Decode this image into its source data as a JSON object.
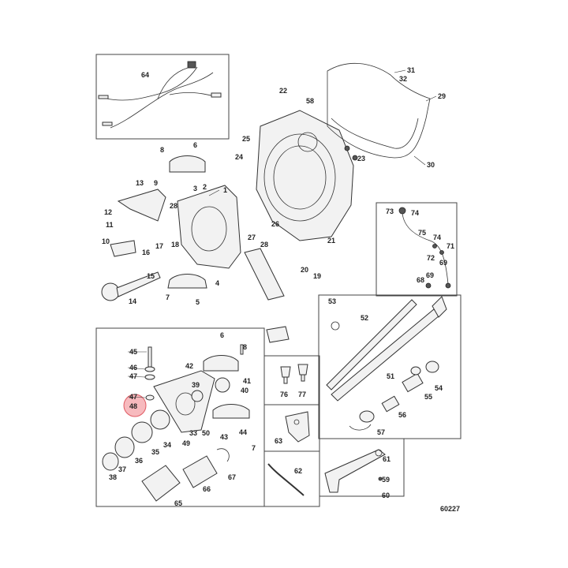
{
  "figure_number": "60227",
  "highlighted_part": "48",
  "colors": {
    "highlight_fill": "#f4a3a8",
    "highlight_stroke": "#e05a63",
    "line": "#333333"
  },
  "callouts": [
    {
      "id": "c1",
      "text": "1"
    },
    {
      "id": "c2",
      "text": "2"
    },
    {
      "id": "c3",
      "text": "3"
    },
    {
      "id": "c4",
      "text": "4"
    },
    {
      "id": "c5",
      "text": "5"
    },
    {
      "id": "c6",
      "text": "6"
    },
    {
      "id": "c6b",
      "text": "6"
    },
    {
      "id": "c7",
      "text": "7"
    },
    {
      "id": "c7b",
      "text": "7"
    },
    {
      "id": "c8",
      "text": "8"
    },
    {
      "id": "c8b",
      "text": "8"
    },
    {
      "id": "c9",
      "text": "9"
    },
    {
      "id": "c10",
      "text": "10"
    },
    {
      "id": "c11",
      "text": "11"
    },
    {
      "id": "c12",
      "text": "12"
    },
    {
      "id": "c13",
      "text": "13"
    },
    {
      "id": "c14",
      "text": "14"
    },
    {
      "id": "c15",
      "text": "15"
    },
    {
      "id": "c16",
      "text": "16"
    },
    {
      "id": "c17",
      "text": "17"
    },
    {
      "id": "c18",
      "text": "18"
    },
    {
      "id": "c19",
      "text": "19"
    },
    {
      "id": "c20",
      "text": "20"
    },
    {
      "id": "c21",
      "text": "21"
    },
    {
      "id": "c22",
      "text": "22"
    },
    {
      "id": "c23",
      "text": "23"
    },
    {
      "id": "c24",
      "text": "24"
    },
    {
      "id": "c25",
      "text": "25"
    },
    {
      "id": "c26",
      "text": "26"
    },
    {
      "id": "c27",
      "text": "27"
    },
    {
      "id": "c28",
      "text": "28"
    },
    {
      "id": "c28b",
      "text": "28"
    },
    {
      "id": "c29",
      "text": "29"
    },
    {
      "id": "c30",
      "text": "30"
    },
    {
      "id": "c31",
      "text": "31"
    },
    {
      "id": "c32",
      "text": "32"
    },
    {
      "id": "c33",
      "text": "33"
    },
    {
      "id": "c34",
      "text": "34"
    },
    {
      "id": "c35",
      "text": "35"
    },
    {
      "id": "c36",
      "text": "36"
    },
    {
      "id": "c37",
      "text": "37"
    },
    {
      "id": "c38",
      "text": "38"
    },
    {
      "id": "c39",
      "text": "39"
    },
    {
      "id": "c40",
      "text": "40"
    },
    {
      "id": "c41",
      "text": "41"
    },
    {
      "id": "c42",
      "text": "42"
    },
    {
      "id": "c43",
      "text": "43"
    },
    {
      "id": "c44",
      "text": "44"
    },
    {
      "id": "c45",
      "text": "45"
    },
    {
      "id": "c46",
      "text": "46"
    },
    {
      "id": "c47",
      "text": "47"
    },
    {
      "id": "c47b",
      "text": "47"
    },
    {
      "id": "c48",
      "text": "48"
    },
    {
      "id": "c49",
      "text": "49"
    },
    {
      "id": "c50",
      "text": "50"
    },
    {
      "id": "c51",
      "text": "51"
    },
    {
      "id": "c52",
      "text": "52"
    },
    {
      "id": "c53",
      "text": "53"
    },
    {
      "id": "c54",
      "text": "54"
    },
    {
      "id": "c55",
      "text": "55"
    },
    {
      "id": "c56",
      "text": "56"
    },
    {
      "id": "c57",
      "text": "57"
    },
    {
      "id": "c58",
      "text": "58"
    },
    {
      "id": "c59",
      "text": "59"
    },
    {
      "id": "c60",
      "text": "60"
    },
    {
      "id": "c61",
      "text": "61"
    },
    {
      "id": "c62",
      "text": "62"
    },
    {
      "id": "c63",
      "text": "63"
    },
    {
      "id": "c64",
      "text": "64"
    },
    {
      "id": "c65",
      "text": "65"
    },
    {
      "id": "c66",
      "text": "66"
    },
    {
      "id": "c67",
      "text": "67"
    },
    {
      "id": "c68",
      "text": "68"
    },
    {
      "id": "c69",
      "text": "69"
    },
    {
      "id": "c69b",
      "text": "69"
    },
    {
      "id": "c71",
      "text": "71"
    },
    {
      "id": "c72",
      "text": "72"
    },
    {
      "id": "c73",
      "text": "73"
    },
    {
      "id": "c74",
      "text": "74"
    },
    {
      "id": "c74b",
      "text": "74"
    },
    {
      "id": "c75",
      "text": "75"
    },
    {
      "id": "c76",
      "text": "76"
    },
    {
      "id": "c77",
      "text": "77"
    }
  ]
}
